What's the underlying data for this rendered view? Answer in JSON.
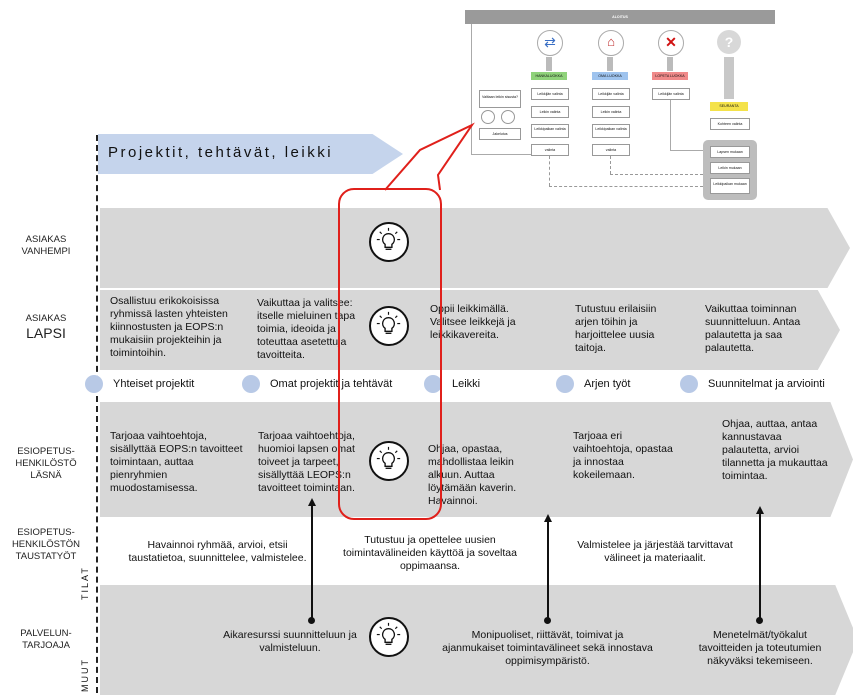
{
  "flow": {
    "header": "ALOITUS",
    "col1_box": "HANKALUOKKA",
    "col2_box": "OMA LUOKKA",
    "col3_box": "LOPETA LUOKKA",
    "col4_box": "SEURANTA",
    "small_a": "Leikkijän valinta",
    "small_b": "Leikin valinta",
    "small_c": "Leikkipaikan valinta",
    "small_d": "valinta",
    "small_e": "Leikkijän valinta",
    "small_f": "Lapsen mukaan",
    "small_g": "Leikin mukaan",
    "small_h": "Leikkipaikan mukaan",
    "small_i": "Kohteen valinta",
    "small_j": "Valitaan leikin sisusta?",
    "small_k": "Jakelutus"
  },
  "title": "Projektit, tehtävät, leikki",
  "rows": {
    "vanhempi": {
      "line1": "ASIAKAS",
      "line2": "VANHEMPI"
    },
    "lapsi": {
      "line1": "ASIAKAS",
      "line2": "LAPSI"
    },
    "lasna": {
      "line1": "ESIOPETUS-",
      "line2": "HENKILÖSTÖ",
      "line3": "LÄSNÄ"
    },
    "tausta": {
      "line1": "ESIOPETUS-",
      "line2": "HENKILÖSTÖN",
      "line3": "TAUSTATYÖT"
    },
    "palvelu": {
      "line1": "PALVELUN-",
      "line2": "TARJOAJA"
    }
  },
  "side_labels": {
    "tilat": "TILAT",
    "muut": "MUUT"
  },
  "lapsi_cells": [
    "Osallistuu erikokoisissa ryhmissä lasten yhteisten kiinnostusten ja EOPS:n mukaisiin projekteihin ja toimintoihin.",
    "Vaikuttaa ja valitsee: itselle mieluinen tapa toimia, ideoida ja toteuttaa asetettuja tavoitteita.",
    "Oppii leikkimällä. Valitsee leikkejä ja leikkikavereita.",
    "Tutustuu erilaisiin arjen töihin ja harjoittelee uusia taitoja.",
    "Vaikuttaa toiminnan suunnitteluun. Antaa palautetta ja saa palautetta."
  ],
  "categories": [
    "Yhteiset projektit",
    "Omat projektit ja tehtävät",
    "Leikki",
    "Arjen työt",
    "Suunnitelmat ja arviointi"
  ],
  "lasna_cells": [
    "Tarjoaa vaihtoehtoja, sisällyttää EOPS:n tavoitteet toimintaan, auttaa pienryhmien muodostamisessa.",
    "Tarjoaa vaihtoehtoja, huomioi lapsen omat toiveet ja tarpeet, sisällyttää LEOPS:n tavoitteet toimintaan.",
    "Ohjaa, opastaa, mahdollistaa leikin alkuun. Auttaa löytämään kaverin. Havainnoi.",
    "Tarjoaa eri vaihtoehtoja, opastaa ja innostaa kokeilemaan.",
    "Ohjaa, auttaa, antaa kannustavaa palautetta, arvioi tilannetta ja mukauttaa toimintaa."
  ],
  "tausta_cells": [
    "Havainnoi ryhmää, arvioi, etsii taustatietoa, suunnittelee, valmistelee.",
    "Tutustuu ja opettelee uusien toimintavälineiden käyttöä ja soveltaa oppimaansa.",
    "Valmistelee ja järjestää tarvittavat välineet ja materiaalit."
  ],
  "palvelu_cells": [
    "Aikaresurssi suunnitteluun ja valmisteluun.",
    "Monipuoliset, riittävät, toimivat ja ajanmukaiset toimintavälineet sekä innostava oppimisympäristö.",
    "Menetelmät/työkalut tavoitteiden ja toteutumien näkyväksi tekemiseen."
  ],
  "colors": {
    "band": "#d7d7d7",
    "title_band": "#c5d4ec",
    "callout": "#e0201b",
    "dot": "#b8c9e6"
  },
  "icons": [
    "lightbulb-icon"
  ]
}
